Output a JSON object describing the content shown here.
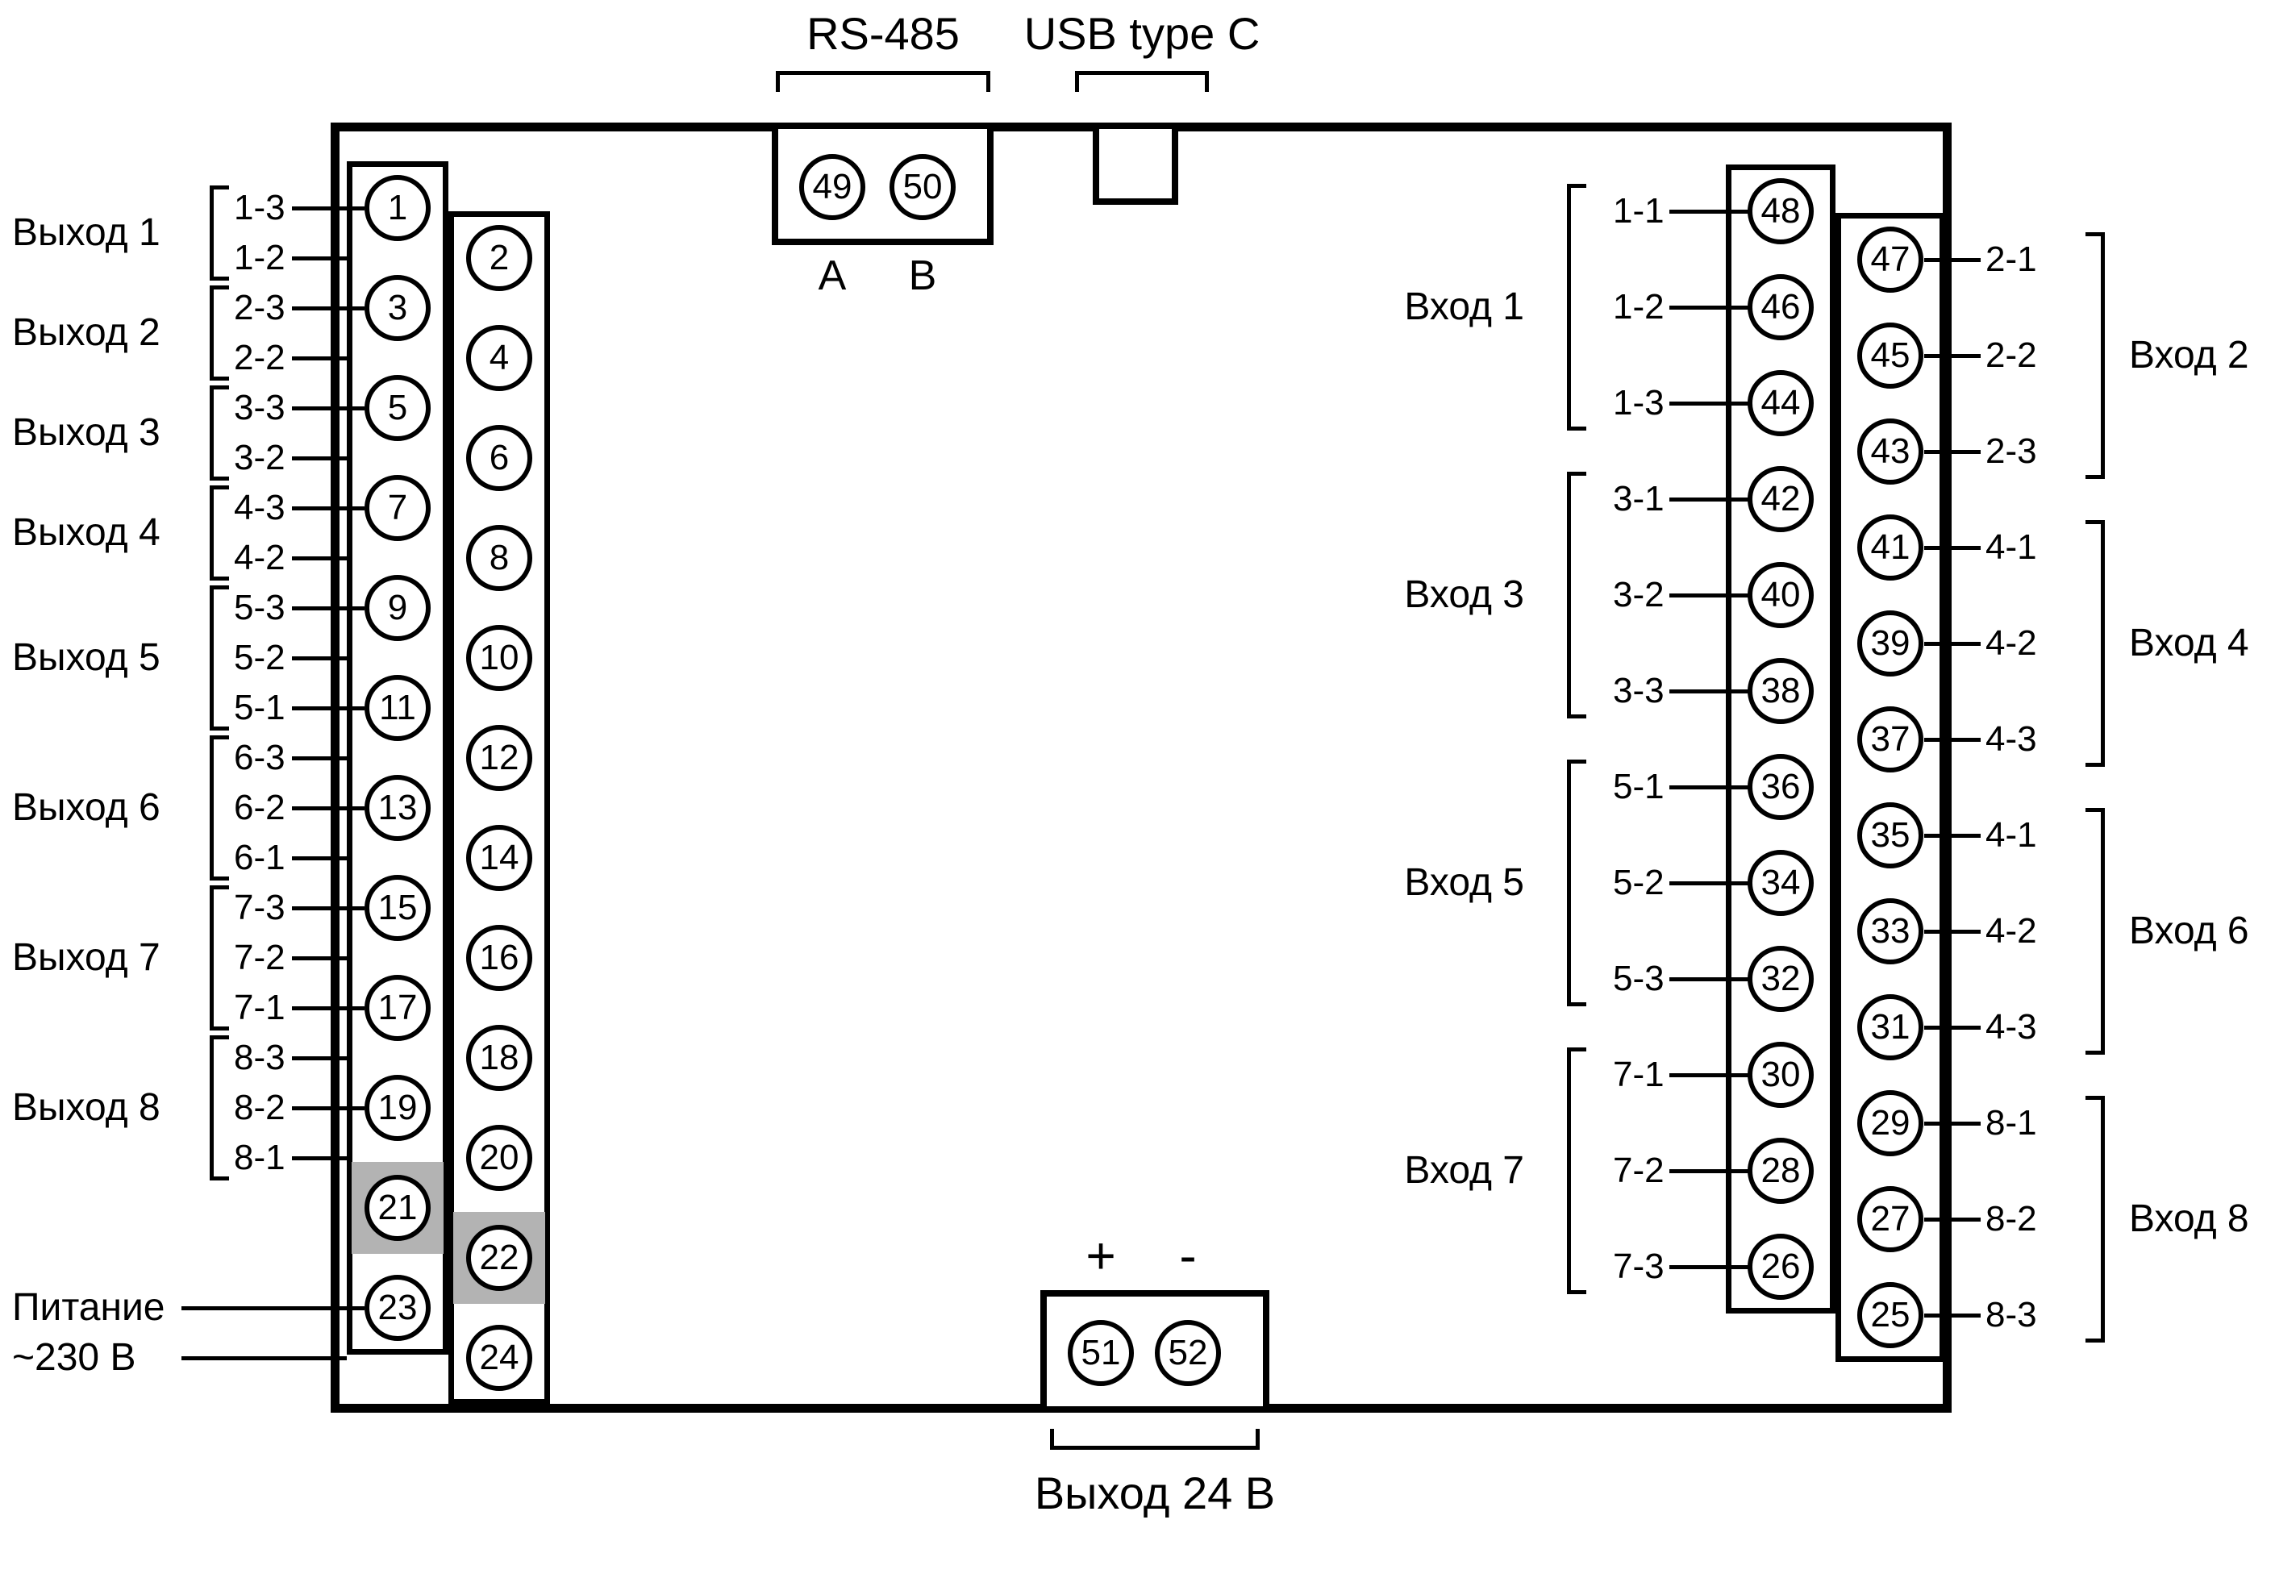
{
  "colors": {
    "ink": "#000000",
    "background": "#ffffff",
    "shaded_cell": "#b3b3b3"
  },
  "top_connectors": {
    "rs485": {
      "label": "RS-485",
      "terminals": [
        {
          "num": "49",
          "letter": "A"
        },
        {
          "num": "50",
          "letter": "B"
        }
      ]
    },
    "usb": {
      "label": "USB type C"
    }
  },
  "bottom_connector": {
    "label": "Выход 24 В",
    "terminals": [
      {
        "num": "51",
        "polarity": "+"
      },
      {
        "num": "52",
        "polarity": "-"
      }
    ]
  },
  "power": {
    "line1": "Питание",
    "line2": "~230 В",
    "terminals": [
      "23",
      "24"
    ]
  },
  "shaded_terminals": [
    "21",
    "22"
  ],
  "left_terminals": [
    "1",
    "2",
    "3",
    "4",
    "5",
    "6",
    "7",
    "8",
    "9",
    "10",
    "11",
    "12",
    "13",
    "14",
    "15",
    "16",
    "17",
    "18",
    "19",
    "20",
    "21",
    "22",
    "23",
    "24"
  ],
  "left_groups": [
    {
      "label": "Выход 1",
      "pins": [
        {
          "code": "1-3",
          "terminal": "1"
        },
        {
          "code": "1-2",
          "terminal": "2"
        }
      ]
    },
    {
      "label": "Выход 2",
      "pins": [
        {
          "code": "2-3",
          "terminal": "3"
        },
        {
          "code": "2-2",
          "terminal": "4"
        }
      ]
    },
    {
      "label": "Выход 3",
      "pins": [
        {
          "code": "3-3",
          "terminal": "5"
        },
        {
          "code": "3-2",
          "terminal": "6"
        }
      ]
    },
    {
      "label": "Выход 4",
      "pins": [
        {
          "code": "4-3",
          "terminal": "7"
        },
        {
          "code": "4-2",
          "terminal": "8"
        }
      ]
    },
    {
      "label": "Выход 5",
      "pins": [
        {
          "code": "5-3",
          "terminal": "9"
        },
        {
          "code": "5-2",
          "terminal": "10"
        },
        {
          "code": "5-1",
          "terminal": "11"
        }
      ]
    },
    {
      "label": "Выход 6",
      "pins": [
        {
          "code": "6-3",
          "terminal": "12"
        },
        {
          "code": "6-2",
          "terminal": "13"
        },
        {
          "code": "6-1",
          "terminal": "14"
        }
      ]
    },
    {
      "label": "Выход 7",
      "pins": [
        {
          "code": "7-3",
          "terminal": "15"
        },
        {
          "code": "7-2",
          "terminal": "16"
        },
        {
          "code": "7-1",
          "terminal": "17"
        }
      ]
    },
    {
      "label": "Выход 8",
      "pins": [
        {
          "code": "8-3",
          "terminal": "18"
        },
        {
          "code": "8-2",
          "terminal": "19"
        },
        {
          "code": "8-1",
          "terminal": "20"
        }
      ]
    }
  ],
  "right_inner_terminals": [
    "48",
    "46",
    "44",
    "42",
    "40",
    "38",
    "36",
    "34",
    "32",
    "30",
    "28",
    "26"
  ],
  "right_outer_terminals": [
    "47",
    "45",
    "43",
    "41",
    "39",
    "37",
    "35",
    "33",
    "31",
    "29",
    "27",
    "25"
  ],
  "right_inner_groups": [
    {
      "label": "Вход 1",
      "pins": [
        {
          "code": "1-1",
          "terminal": "48"
        },
        {
          "code": "1-2",
          "terminal": "46"
        },
        {
          "code": "1-3",
          "terminal": "44"
        }
      ]
    },
    {
      "label": "Вход 3",
      "pins": [
        {
          "code": "3-1",
          "terminal": "42"
        },
        {
          "code": "3-2",
          "terminal": "40"
        },
        {
          "code": "3-3",
          "terminal": "38"
        }
      ]
    },
    {
      "label": "Вход 5",
      "pins": [
        {
          "code": "5-1",
          "terminal": "36"
        },
        {
          "code": "5-2",
          "terminal": "34"
        },
        {
          "code": "5-3",
          "terminal": "32"
        }
      ]
    },
    {
      "label": "Вход 7",
      "pins": [
        {
          "code": "7-1",
          "terminal": "30"
        },
        {
          "code": "7-2",
          "terminal": "28"
        },
        {
          "code": "7-3",
          "terminal": "26"
        }
      ]
    }
  ],
  "right_outer_groups": [
    {
      "label": "Вход 2",
      "pins": [
        {
          "code": "2-1",
          "terminal": "47"
        },
        {
          "code": "2-2",
          "terminal": "45"
        },
        {
          "code": "2-3",
          "terminal": "43"
        }
      ]
    },
    {
      "label": "Вход 4",
      "pins": [
        {
          "code": "4-1",
          "terminal": "41"
        },
        {
          "code": "4-2",
          "terminal": "39"
        },
        {
          "code": "4-3",
          "terminal": "37"
        }
      ]
    },
    {
      "label": "Вход 6",
      "pins": [
        {
          "code": "4-1",
          "terminal": "35"
        },
        {
          "code": "4-2",
          "terminal": "33"
        },
        {
          "code": "4-3",
          "terminal": "31"
        }
      ]
    },
    {
      "label": "Вход 8",
      "pins": [
        {
          "code": "8-1",
          "terminal": "29"
        },
        {
          "code": "8-2",
          "terminal": "27"
        },
        {
          "code": "8-3",
          "terminal": "25"
        }
      ]
    }
  ]
}
